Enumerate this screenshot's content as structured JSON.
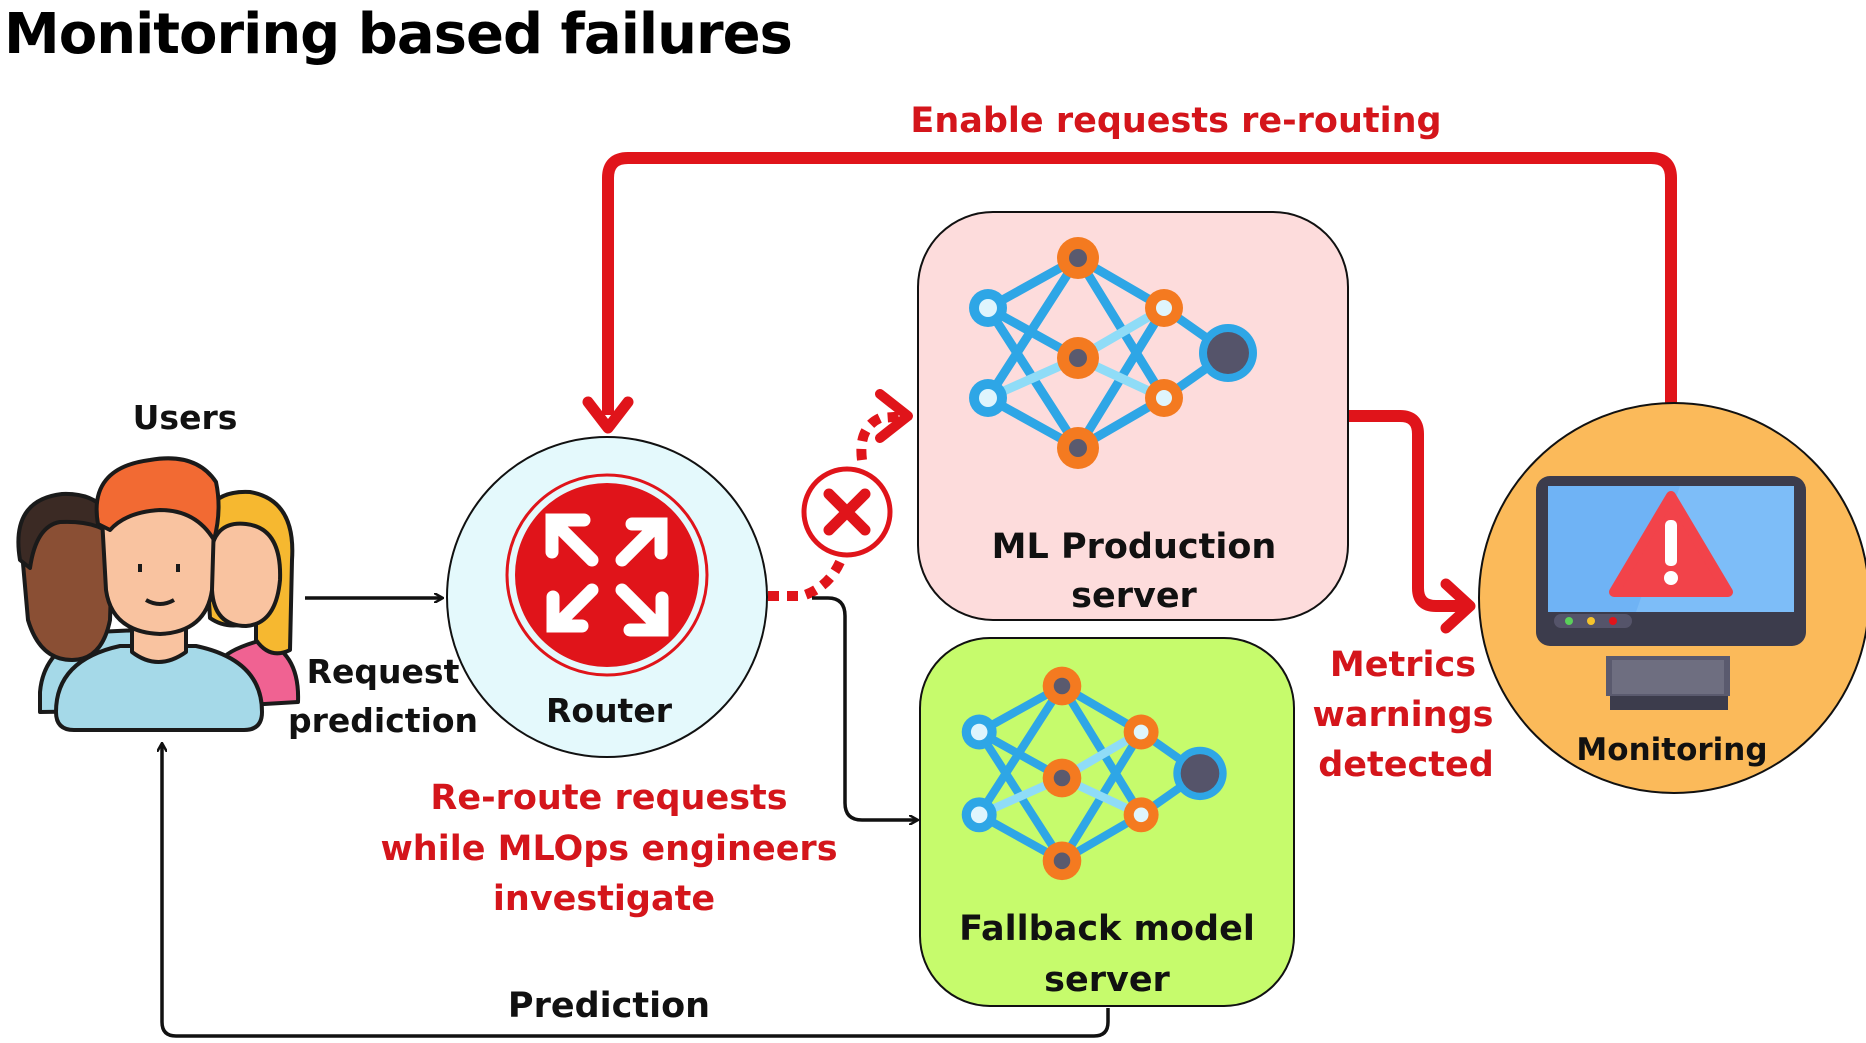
{
  "title": "Monitoring based failures",
  "nodes": {
    "users": "Users",
    "router": "Router",
    "ml_production_line1": "ML Production",
    "ml_production_line2": "server",
    "fallback_line1": "Fallback model",
    "fallback_line2": "server",
    "monitoring": "Monitoring"
  },
  "edges": {
    "request_line1": "Request",
    "request_line2": "prediction",
    "prediction": "Prediction",
    "enable_rerouting": "Enable requests re-routing",
    "metrics_line1": "Metrics",
    "metrics_line2": "warnings",
    "metrics_line3": "detected",
    "reroute_line1": "Re-route requests",
    "reroute_line2": "while MLOps engineers",
    "reroute_line3": "investigate"
  },
  "colors": {
    "alert_red": "#e0141a",
    "label_red": "#d4151b",
    "production_fill": "#fddcdc",
    "fallback_fill": "#c6fb6c",
    "router_fill": "#e4f9fc",
    "monitoring_fill": "#fbba5a"
  },
  "icons": [
    "users-group-icon",
    "router-icon",
    "neural-network-icon",
    "failure-cross-icon",
    "monitor-warning-icon"
  ]
}
